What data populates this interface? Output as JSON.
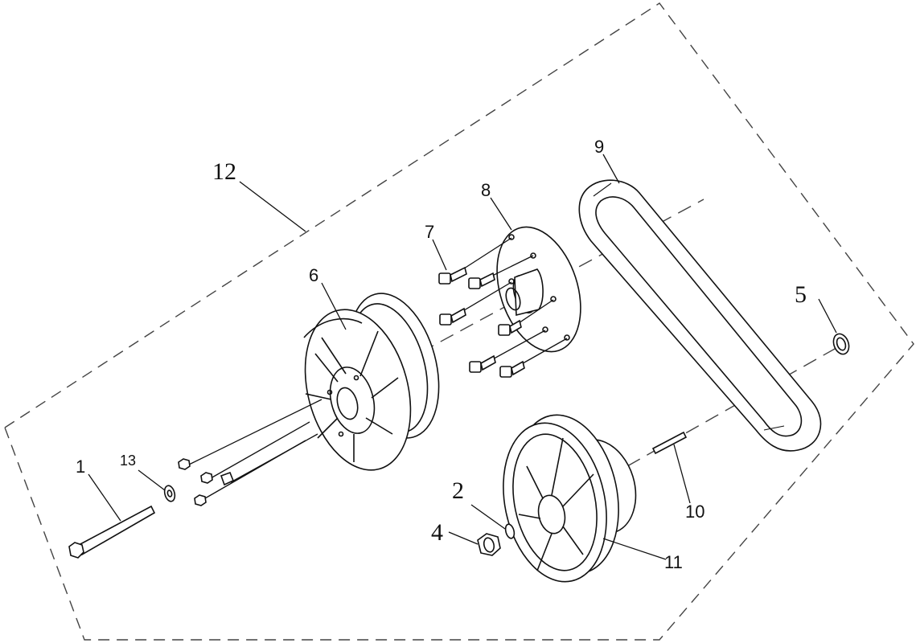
{
  "diagram": {
    "type": "exploded parts diagram",
    "callouts": [
      {
        "id": "c1",
        "label": "1"
      },
      {
        "id": "c2",
        "label": "2"
      },
      {
        "id": "c4",
        "label": "4"
      },
      {
        "id": "c5",
        "label": "5"
      },
      {
        "id": "c6",
        "label": "6"
      },
      {
        "id": "c7",
        "label": "7"
      },
      {
        "id": "c8",
        "label": "8"
      },
      {
        "id": "c9",
        "label": "9"
      },
      {
        "id": "c10",
        "label": "10"
      },
      {
        "id": "c11",
        "label": "11"
      },
      {
        "id": "c12",
        "label": "12"
      },
      {
        "id": "c13",
        "label": "13"
      }
    ]
  }
}
